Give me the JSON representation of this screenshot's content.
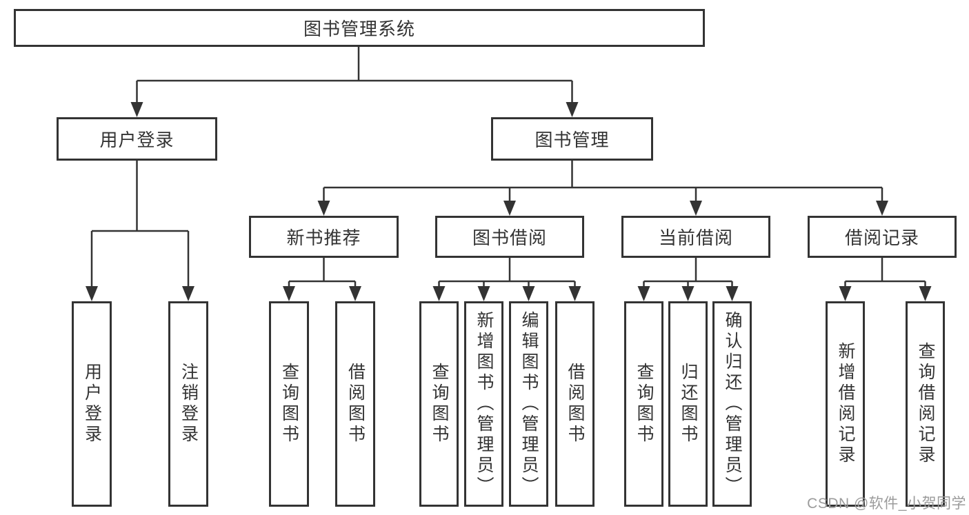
{
  "diagram": {
    "root": {
      "label": "图书管理系统",
      "children": [
        {
          "label": "用户登录",
          "children": [
            {
              "label": "用户登录"
            },
            {
              "label": "注销登录"
            }
          ]
        },
        {
          "label": "图书管理",
          "children": [
            {
              "label": "新书推荐",
              "children": [
                {
                  "label": "查询图书"
                },
                {
                  "label": "借阅图书"
                }
              ]
            },
            {
              "label": "图书借阅",
              "children": [
                {
                  "label": "查询图书"
                },
                {
                  "label": "新增图书（管理员）"
                },
                {
                  "label": "编辑图书（管理员）"
                },
                {
                  "label": "借阅图书"
                }
              ]
            },
            {
              "label": "当前借阅",
              "children": [
                {
                  "label": "查询图书"
                },
                {
                  "label": "归还图书"
                },
                {
                  "label": "确认归还（管理员）"
                }
              ]
            },
            {
              "label": "借阅记录",
              "children": [
                {
                  "label": "新增借阅记录"
                },
                {
                  "label": "查询借阅记录"
                }
              ]
            }
          ]
        }
      ]
    }
  },
  "watermark": {
    "text": "CSDN @软件_小贺同学"
  },
  "colors": {
    "line": "#333333",
    "box_border": "#333333",
    "text": "#333333",
    "watermark": "#9b9b9b",
    "background": "#ffffff"
  }
}
